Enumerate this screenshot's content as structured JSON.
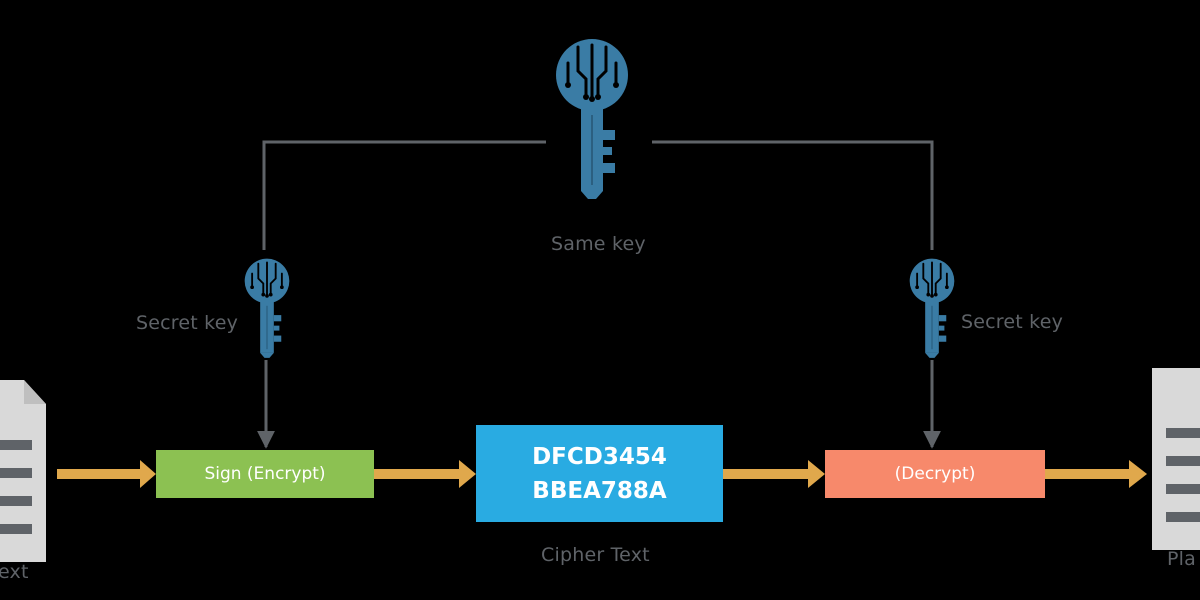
{
  "colors": {
    "background": "#000000",
    "line": "#5f6368",
    "key": "#3a7ca5",
    "arrow": "#e0a84c",
    "encrypt_box": "#8cc152",
    "cipher_box": "#29abe2",
    "decrypt_box": "#f7896b",
    "document": "#d9d9d9"
  },
  "labels": {
    "same_key": "Same key",
    "secret_key_left": "Secret key",
    "secret_key_right": "Secret key",
    "cipher_text": "Cipher Text",
    "left_doc": "ext",
    "right_doc": "Pla"
  },
  "boxes": {
    "encrypt": "Sign (Encrypt)",
    "cipher_line1": "DFCD3454",
    "cipher_line2": "BBEA788A",
    "decrypt": "(Decrypt)"
  },
  "icons": {
    "main_key": "key-icon",
    "left_key": "key-icon",
    "right_key": "key-icon",
    "left_doc": "document-icon",
    "right_doc": "document-icon"
  }
}
